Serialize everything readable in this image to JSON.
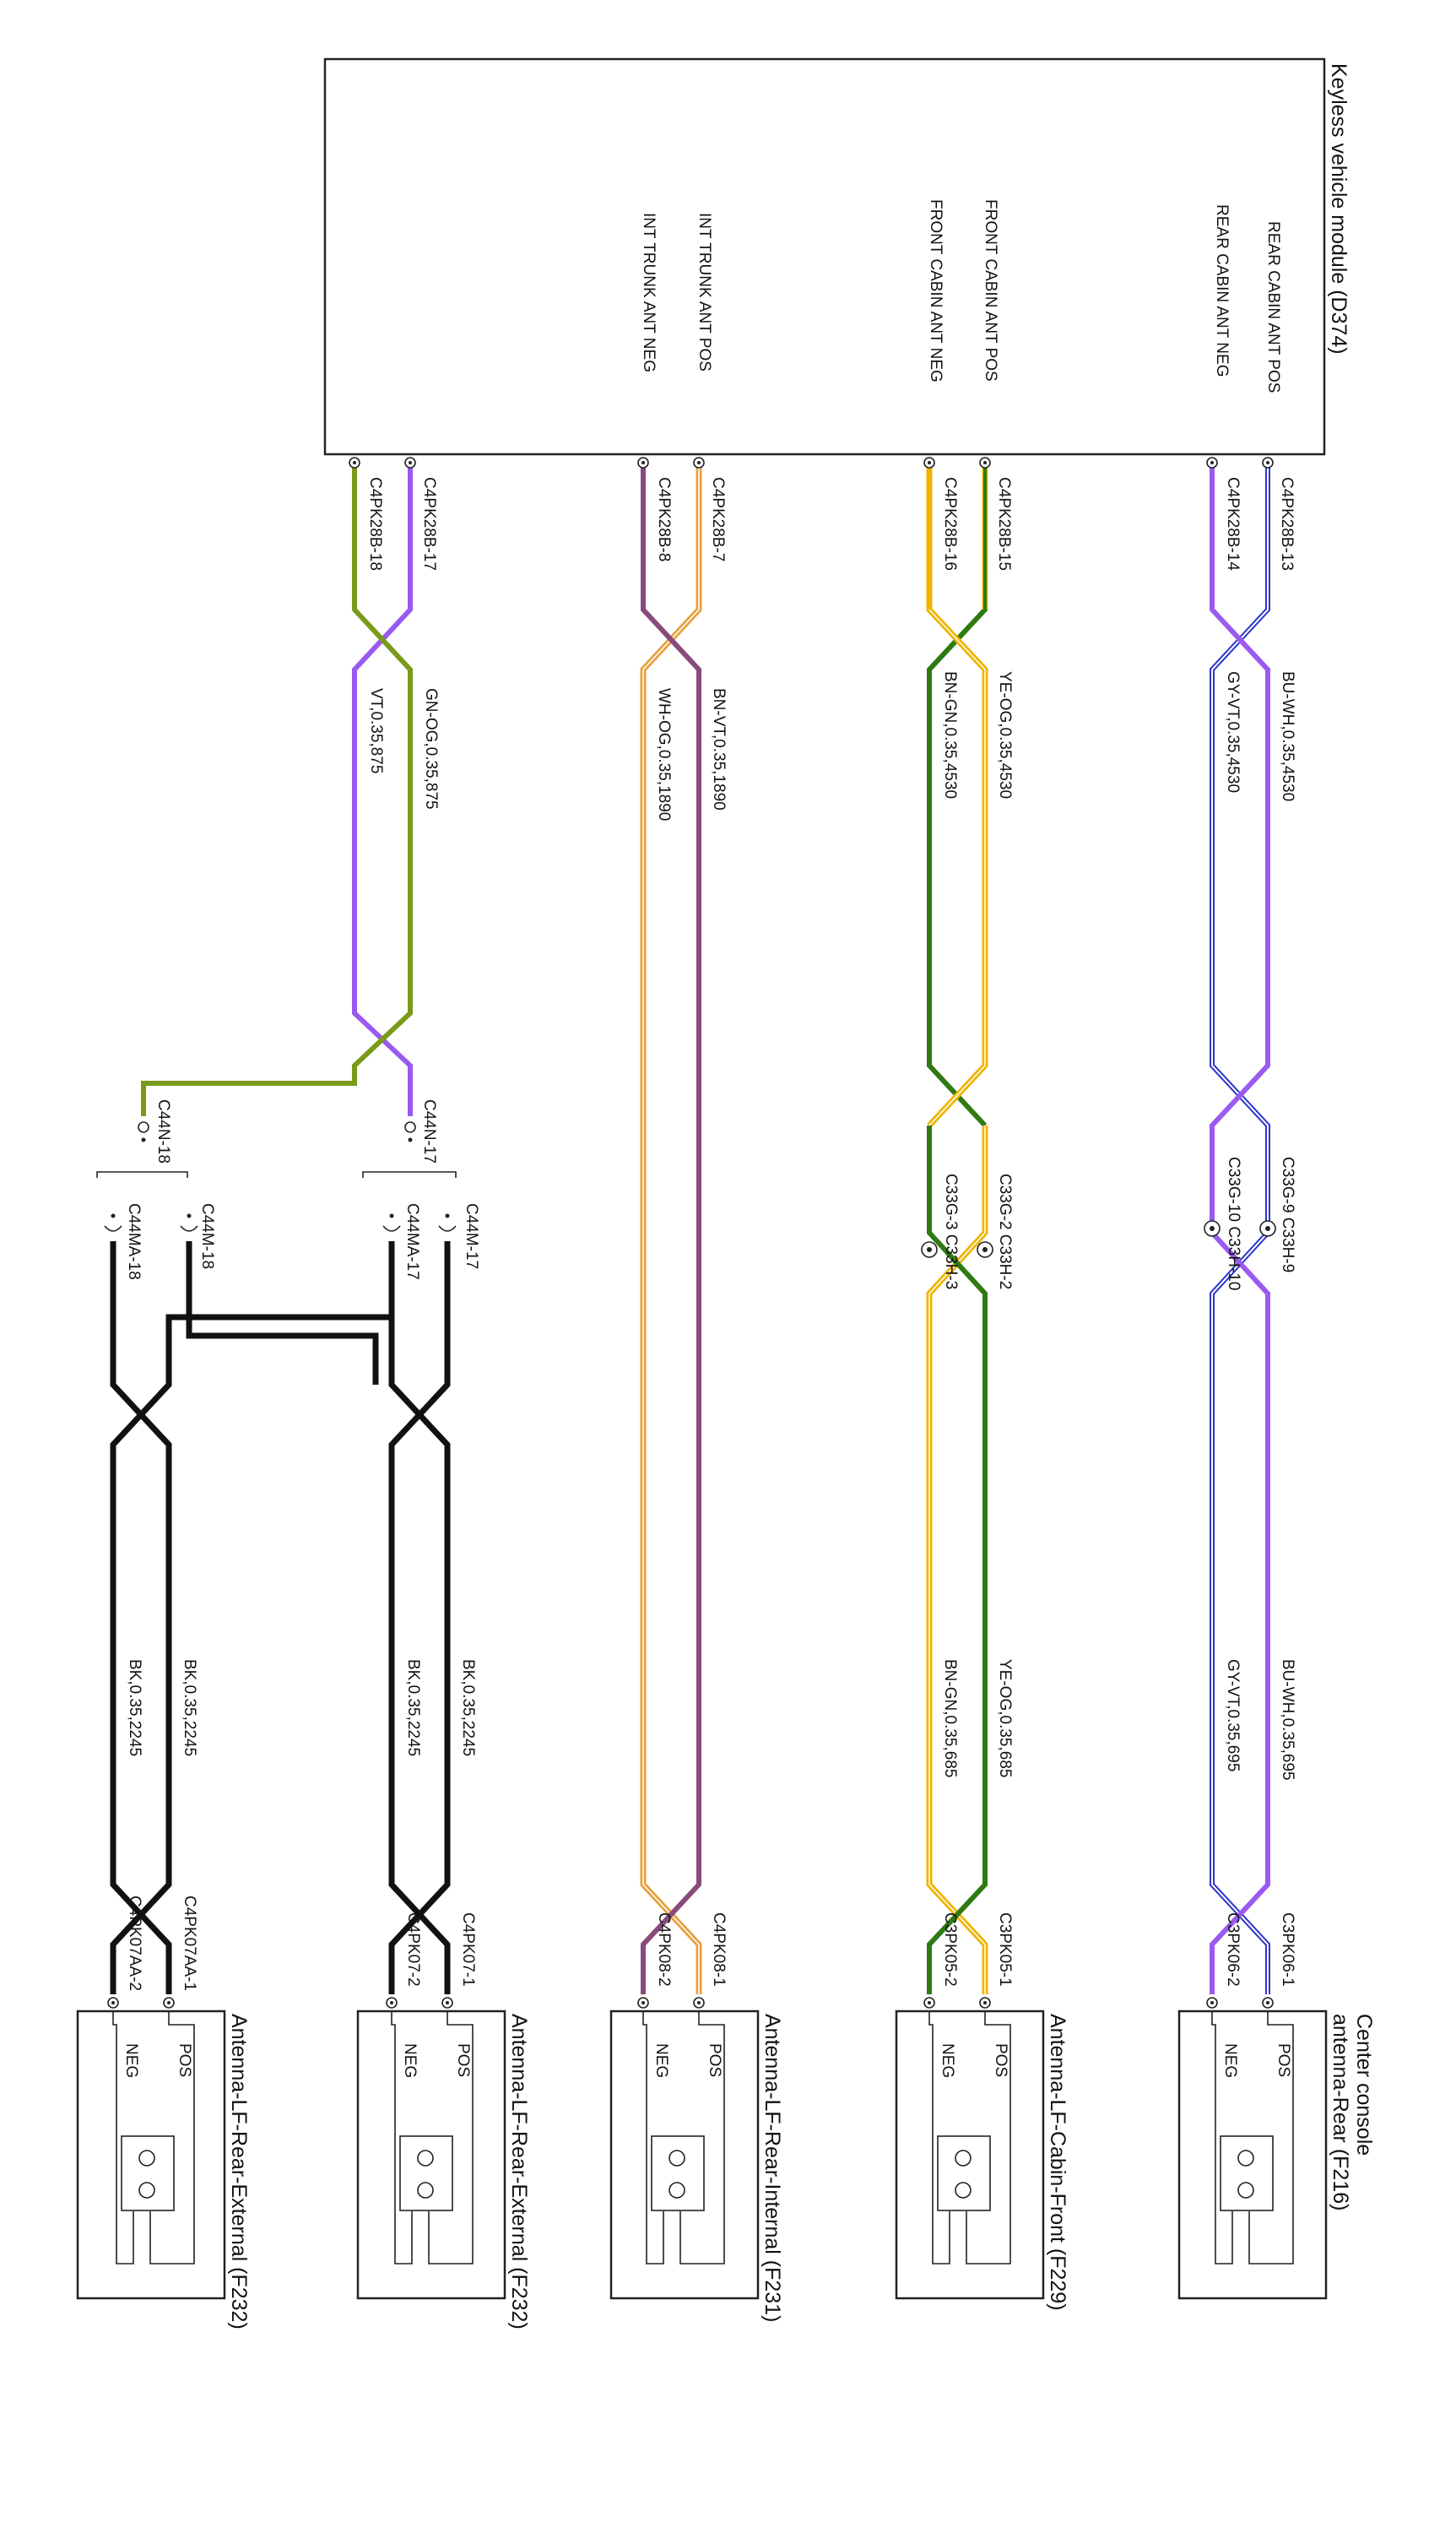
{
  "module": {
    "title": "Keyless vehicle module (D374)",
    "pins": [
      "REAR CABIN ANT POS",
      "REAR CABIN ANT NEG",
      "FRONT CABIN ANT POS",
      "FRONT CABIN ANT NEG",
      "INT TRUNK ANT POS",
      "INT TRUNK ANT NEG"
    ]
  },
  "module_connectors": [
    "C4PK28B-13",
    "C4PK28B-14",
    "C4PK28B-15",
    "C4PK28B-16",
    "C4PK28B-7",
    "C4PK28B-8",
    "C4PK28B-17",
    "C4PK28B-18"
  ],
  "wires_upper": [
    "BU-WH,0.35,4530",
    "GY-VT,0.35,4530",
    "YE-OG,0.35,4530",
    "BN-GN,0.35,4530",
    "BN-VT,0.35,1890",
    "WH-OG,0.35,1890",
    "GN-OG,0.35,875",
    "VT,0.35,875"
  ],
  "inline": {
    "c33": [
      "C33G-9 C33H-9",
      "C33G-10 C33H-10",
      "C33G-2 C33H-2",
      "C33G-3 C33H-3"
    ],
    "c44n": [
      "C44N-17",
      "C44N-18"
    ],
    "c44m": [
      "C44M-17",
      "C44MA-17",
      "C44M-18",
      "C44MA-18"
    ]
  },
  "wires_lower": [
    "BU-WH,0.35,695",
    "GY-VT,0.35,695",
    "YE-OG,0.35,685",
    "BN-GN,0.35,685",
    "BK,0.35,2245",
    "BK,0.35,2245",
    "BK,0.35,2245",
    "BK,0.35,2245"
  ],
  "device_connectors": [
    "C3PK06-1",
    "C3PK06-2",
    "C3PK05-1",
    "C3PK05-2",
    "C4PK08-1",
    "C4PK08-2",
    "C4PK07-1",
    "C4PK07-2",
    "C4PK07AA-1",
    "C4PK07AA-2"
  ],
  "devices": [
    {
      "title1": "Center console",
      "title2": "antenna-Rear (F216)",
      "pos": "POS",
      "neg": "NEG"
    },
    {
      "title1": "Antenna-LF-Cabin-Front (F229)",
      "title2": "",
      "pos": "POS",
      "neg": "NEG"
    },
    {
      "title1": "Antenna-LF-Rear-Internal (F231)",
      "title2": "",
      "pos": "POS",
      "neg": "NEG"
    },
    {
      "title1": "Antenna-LF-Rear-External (F232)",
      "title2": "",
      "pos": "POS",
      "neg": "NEG"
    },
    {
      "title1": "Antenna-LF-Rear-External (F232)",
      "title2": "",
      "pos": "POS",
      "neg": "NEG"
    }
  ],
  "colors": {
    "blue": "#2a36c8",
    "violet": "#9b59f0",
    "yellow": "#f0b400",
    "orange": "#e8a040",
    "green": "#2f7a12",
    "olive": "#7a9a1a",
    "brown": "#8a4a2a",
    "black": "#111111"
  }
}
